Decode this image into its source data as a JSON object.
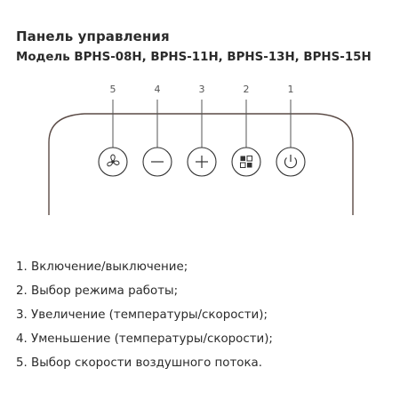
{
  "header": {
    "title": "Панель управления",
    "subtitle": "Модель BPHS-08H, BPHS-11H, BPHS-13H, BPHS-15H"
  },
  "panel": {
    "buttons": [
      {
        "number": "5",
        "icon": "fan-icon"
      },
      {
        "number": "4",
        "icon": "minus-icon"
      },
      {
        "number": "3",
        "icon": "plus-icon"
      },
      {
        "number": "2",
        "icon": "mode-icon"
      },
      {
        "number": "1",
        "icon": "power-icon"
      }
    ]
  },
  "legend": {
    "items": [
      "1. Включение/выключение;",
      "2. Выбор режима работы;",
      "3. Увеличение (температуры/скорости);",
      "4. Уменьшение (температуры/скорости);",
      "5. Выбор скорости воздушного потока."
    ]
  }
}
